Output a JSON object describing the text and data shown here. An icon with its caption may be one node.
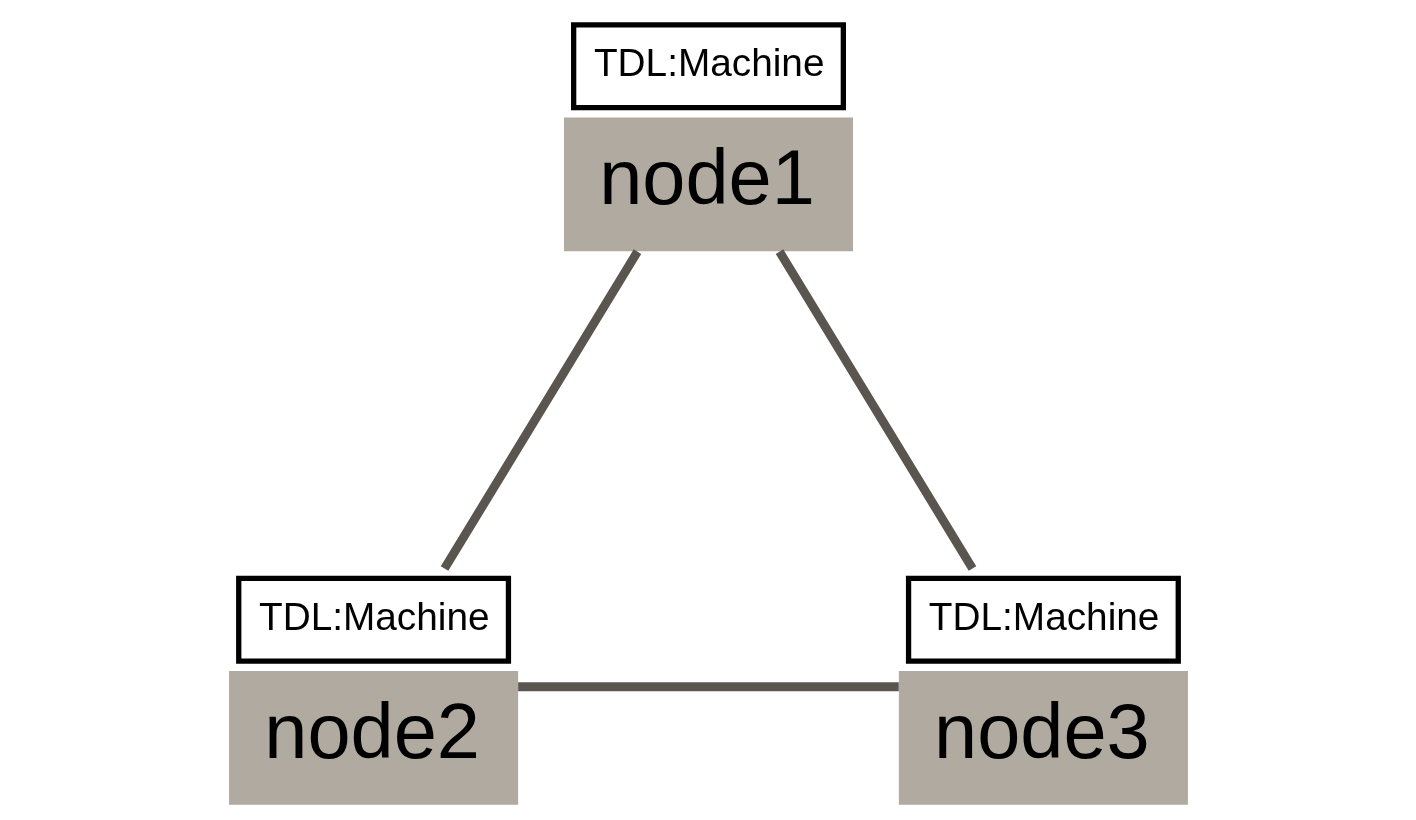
{
  "diagram": {
    "nodes": [
      {
        "text": [
          "TDL:Machine",
          "node1"
        ]
      },
      {
        "text": [
          "TDL:Machine",
          "node2"
        ]
      },
      {
        "text": [
          "TDL:Machine",
          "node3"
        ]
      }
    ],
    "edges": [
      {
        "from": 0,
        "to": 1,
        "arrow": "none"
      },
      {
        "from": 0,
        "to": 2,
        "arrow": "none"
      },
      {
        "from": 1,
        "to": 2,
        "arrow": "none"
      }
    ]
  }
}
